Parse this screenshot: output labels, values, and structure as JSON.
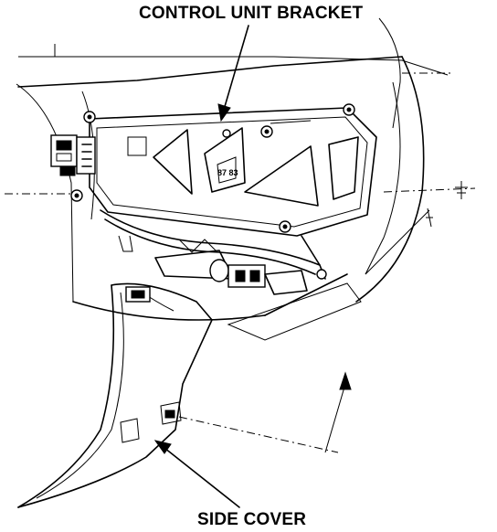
{
  "labels": {
    "control_unit_bracket": "CONTROL UNIT BRACKET",
    "side_cover": "SIDE COVER"
  },
  "bracket_text": "87 83",
  "colors": {
    "line": "#000000",
    "background": "#ffffff"
  }
}
